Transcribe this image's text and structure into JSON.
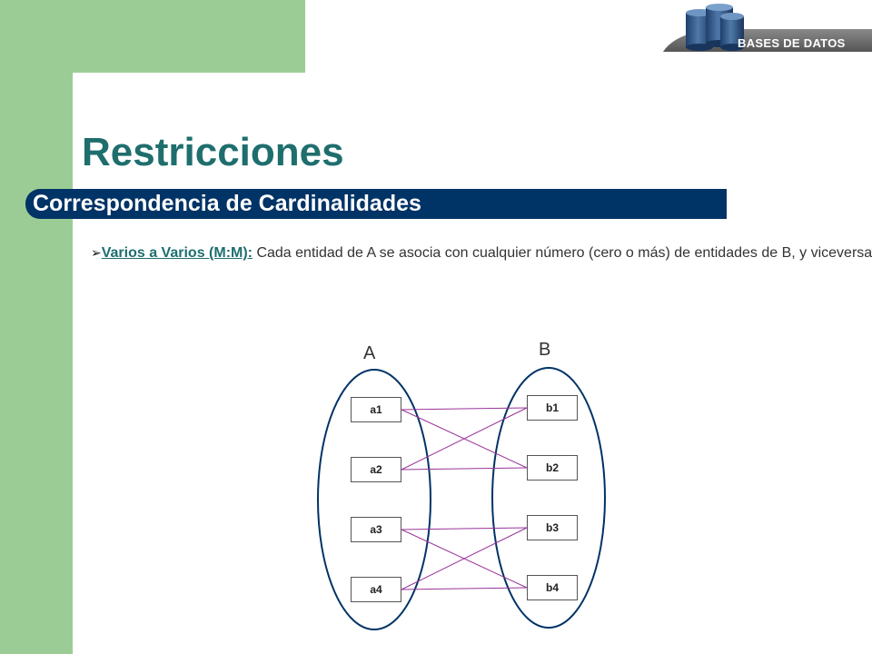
{
  "logo": {
    "text": "BASES DE DATOS",
    "icon": "database-cylinders-icon"
  },
  "title": "Restricciones",
  "subtitle": "Correspondencia de Cardinalidades",
  "bullet": {
    "marker": "➢",
    "term": "Varios a Varios (M:M):",
    "text": " Cada entidad de A se asocia con cualquier número (cero o más) de entidades de B, y viceversa."
  },
  "colors": {
    "green_background": "#9ccc95",
    "title": "#1f6e6e",
    "subtitle_bar": "#003366",
    "links": "#993399",
    "ellipse": "#003366"
  },
  "diagram": {
    "set_a_label": "A",
    "set_b_label": "B",
    "set_a": [
      "a1",
      "a2",
      "a3",
      "a4"
    ],
    "set_b": [
      "b1",
      "b2",
      "b3",
      "b4"
    ],
    "links": [
      [
        "a1",
        "b1"
      ],
      [
        "a1",
        "b2"
      ],
      [
        "a2",
        "b1"
      ],
      [
        "a2",
        "b2"
      ],
      [
        "a3",
        "b3"
      ],
      [
        "a3",
        "b4"
      ],
      [
        "a4",
        "b3"
      ],
      [
        "a4",
        "b4"
      ]
    ]
  }
}
